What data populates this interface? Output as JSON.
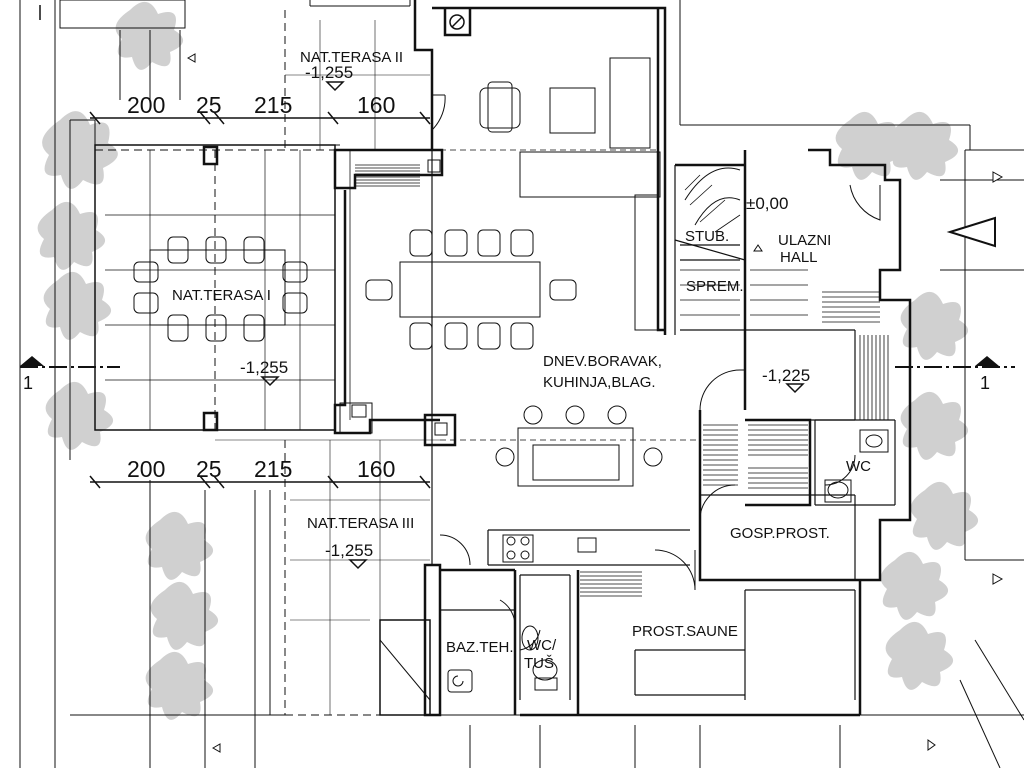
{
  "rooms": {
    "nat_terasa_1": "NAT.TERASA I",
    "nat_terasa_2": "NAT.TERASA II",
    "nat_terasa_3": "NAT.TERASA III",
    "dnev_line1": "DNEV.BORAVAK,",
    "dnev_line2": "KUHINJA,BLAG.",
    "stub": "STUB.",
    "sprem": "SPREM.",
    "ulazni_line1": "ULAZNI",
    "ulazni_line2": "HALL",
    "wc": "WC",
    "gosp_prost": "GOSP.PROST.",
    "prost_saune": "PROST.SAUNE",
    "baz_teh": "BAZ.TEH.",
    "wc_tus_line1": "WC/",
    "wc_tus_line2": "TUŠ"
  },
  "levels": {
    "terasa_1": "-1,255",
    "terasa_2": "-1,255",
    "terasa_3": "-1,255",
    "hall": "±0,00",
    "utility": "-1,225"
  },
  "dimensions": {
    "top": [
      "200",
      "25",
      "215",
      "160"
    ],
    "bottom": [
      "200",
      "25",
      "215",
      "160"
    ]
  },
  "section_marker": {
    "left": "1",
    "right": "1"
  },
  "colors": {
    "line": "#111111",
    "foliage": "#c8c8c8",
    "background": "#ffffff"
  }
}
